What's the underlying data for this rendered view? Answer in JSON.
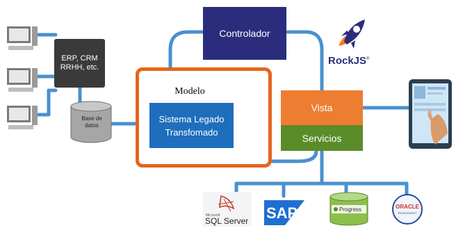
{
  "erp": {
    "line1": "ERP, CRM",
    "line2": "RRHH, etc."
  },
  "database": {
    "line1": "Base de",
    "line2": "datos"
  },
  "controller": {
    "label": "Controlador"
  },
  "model": {
    "title": "Modelo",
    "inner_line1": "Sistema Legado",
    "inner_line2": "Transfomado"
  },
  "view": {
    "label": "Vista"
  },
  "services": {
    "label": "Servicios"
  },
  "rockjs": {
    "label": "RockJS",
    "mark": "®"
  },
  "backends": {
    "sql": {
      "line1": "Microsoft",
      "line2": "SQL Server"
    },
    "sap": {
      "label": "SAP"
    },
    "progress": {
      "label": "Progress"
    },
    "oracle": {
      "line1": "ORACLE",
      "line2": "PEOPLESOFT"
    }
  },
  "colors": {
    "wire": "#4a90d0",
    "controller": "#2b2d7c",
    "model_frame": "#e6641d",
    "legacy": "#1e6ebd",
    "view": "#ed7d31",
    "services": "#5b8c2a",
    "erp": "#3a3a3a"
  },
  "icons": [
    "desktop-computer-icon",
    "database-icon",
    "rocket-icon",
    "tablet-touch-icon",
    "sql-server-logo",
    "sap-logo",
    "progress-logo",
    "oracle-logo"
  ]
}
